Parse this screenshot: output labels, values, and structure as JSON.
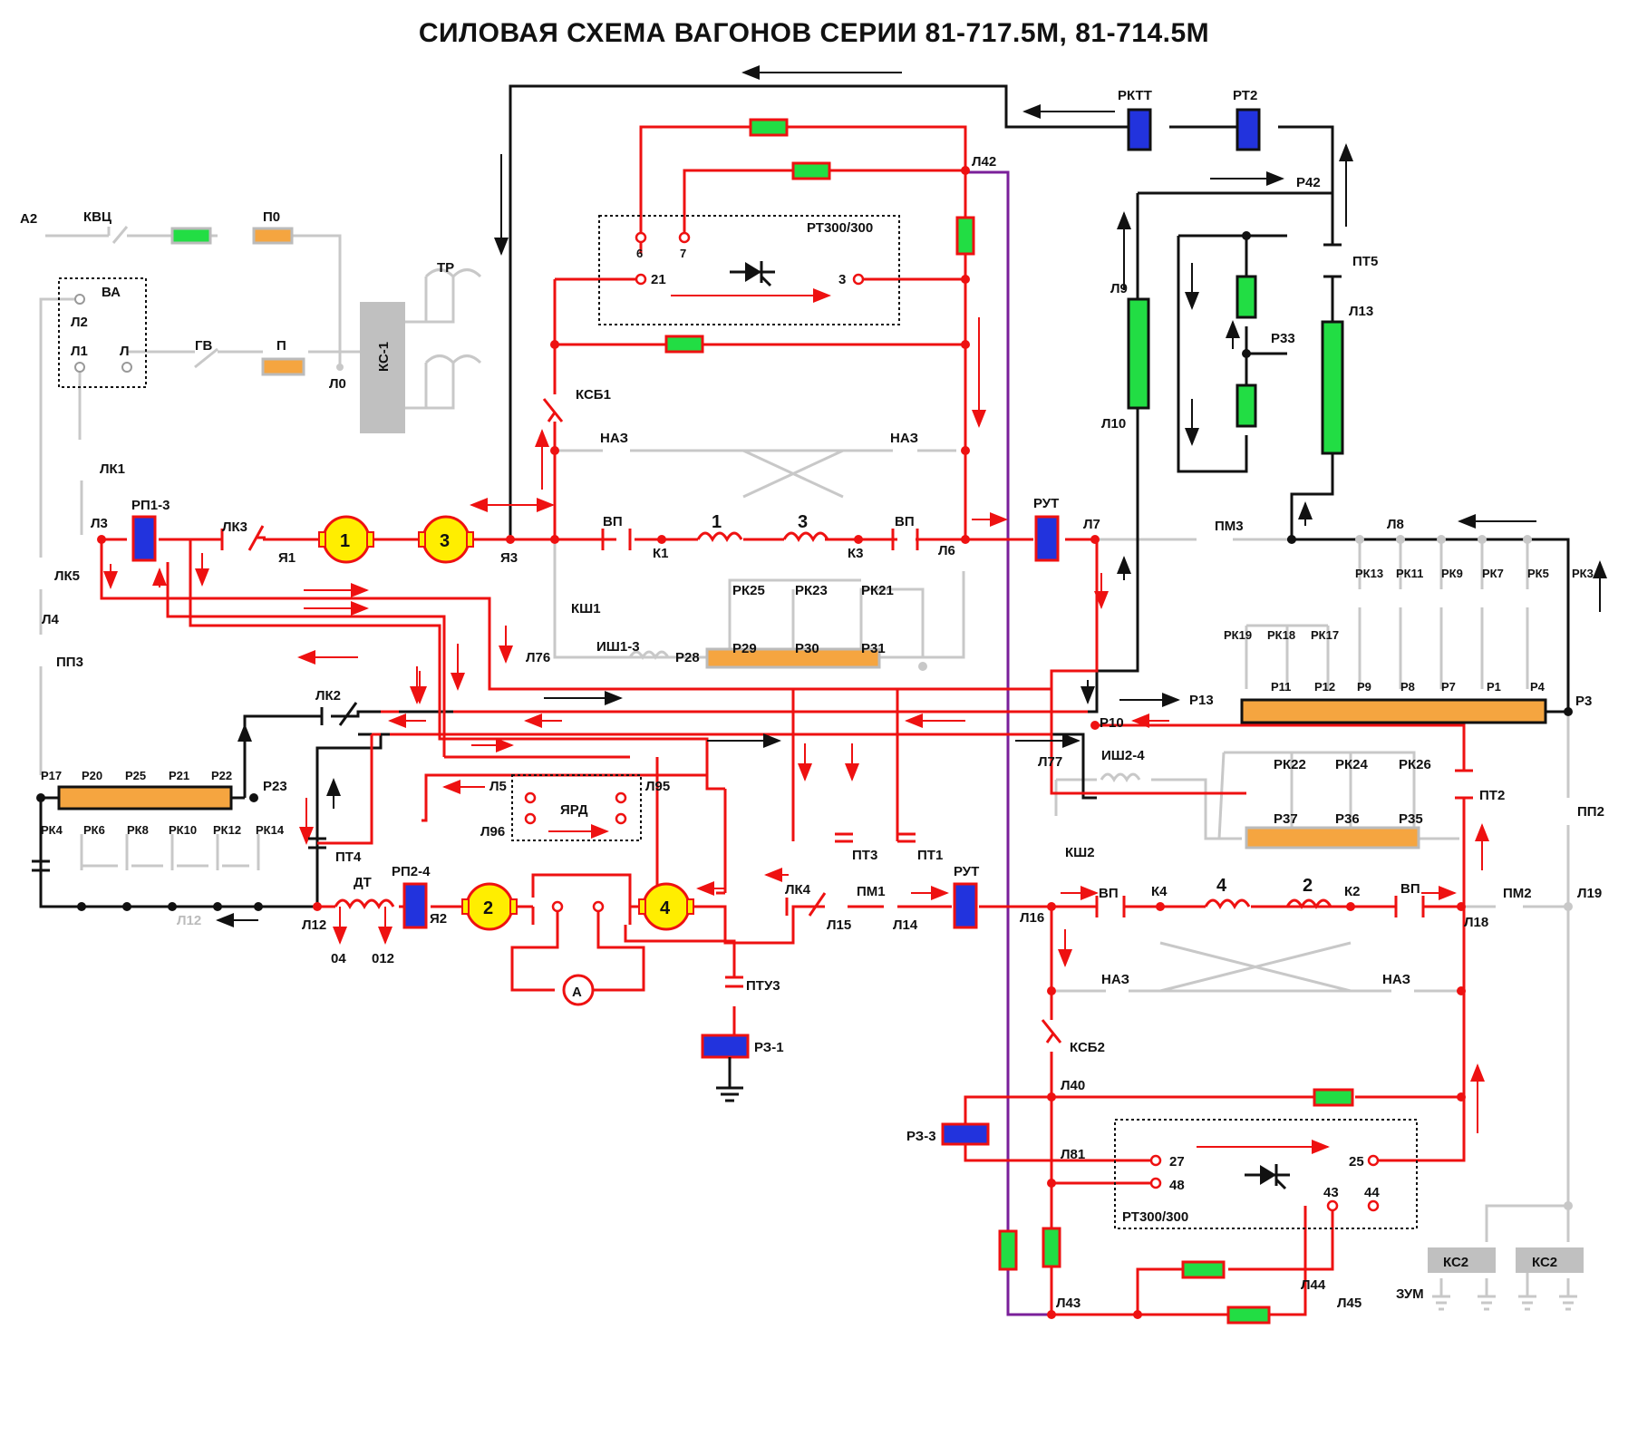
{
  "title": "СИЛОВАЯ СХЕМА ВАГОНОВ СЕРИИ 81-717.5М, 81-714.5М",
  "labels": {
    "a2": "А2",
    "kvc": "КВЦ",
    "p0": "П0",
    "va": "ВА",
    "l2": "Л2",
    "l1": "Л1",
    "l": "Л",
    "gv": "ГВ",
    "p": "П",
    "l0": "Л0",
    "ks1": "КС-1",
    "tr": "ТР",
    "lk1": "ЛК1",
    "l3": "Л3",
    "rp13": "РП1-3",
    "lk3": "ЛК3",
    "ya1": "Я1",
    "ya3": "Я3",
    "lk5": "ЛК5",
    "l4": "Л4",
    "pp3": "ПП3",
    "lk2": "ЛК2",
    "m1": "1",
    "m3": "3",
    "m2": "2",
    "m4": "4",
    "ksb1": "КСБ1",
    "naz": "НАЗ",
    "vp": "ВП",
    "k1": "К1",
    "k3": "К3",
    "l6": "Л6",
    "coil1": "1",
    "coil3": "3",
    "ksh1": "КШ1",
    "l76": "Л76",
    "ish13": "ИШ1-3",
    "p28": "Р28",
    "rk25": "РК25",
    "rk23": "РК23",
    "rk21": "РК21",
    "p29": "Р29",
    "p30": "Р30",
    "p31": "Р31",
    "rt300a": "РТ300/300",
    "t6": "6",
    "t7": "7",
    "t21": "21",
    "t3": "3",
    "l42": "Л42",
    "rut": "РУТ",
    "l7": "Л7",
    "pm3": "ПМ3",
    "l8": "Л8",
    "rk13": "РК13",
    "rk11": "РК11",
    "rk9": "РК9",
    "rk7": "РК7",
    "rk5": "РК5",
    "rk3": "РК3",
    "rk19": "РК19",
    "rk18": "РК18",
    "rk17": "РК17",
    "p11": "Р11",
    "p12": "Р12",
    "p9": "Р9",
    "p8": "Р8",
    "p7": "Р7",
    "p1": "Р1",
    "p4": "Р4",
    "p3": "Р3",
    "p13": "Р13",
    "p10": "Р10",
    "rktt": "РКТТ",
    "rt2": "РТ2",
    "p42": "Р42",
    "pt5": "ПТ5",
    "l13": "Л13",
    "l9": "Л9",
    "l10": "Л10",
    "p33": "Р33",
    "p17": "Р17",
    "p20": "Р20",
    "p25": "Р25",
    "p21": "Р21",
    "p22": "Р22",
    "p23": "Р23",
    "rk4": "РК4",
    "rk6": "РК6",
    "rk8": "РК8",
    "rk10": "РК10",
    "rk12": "РК12",
    "rk14": "РК14",
    "pt4": "ПТ4",
    "l12": "Л12",
    "dt": "ДТ",
    "o4": "04",
    "o12": "012",
    "rp24": "РП2-4",
    "ya2": "Я2",
    "l5": "Л5",
    "l95": "Л95",
    "yard": "ЯРД",
    "l96": "Л96",
    "amm": "А",
    "ptu3": "ПТУ3",
    "rz1": "РЗ-1",
    "lk4": "ЛК4",
    "l15": "Л15",
    "pt3": "ПТ3",
    "pt1": "ПТ1",
    "pm1": "ПМ1",
    "l14": "Л14",
    "l16": "Л16",
    "l77": "Л77",
    "ish24": "ИШ2-4",
    "ksh2": "КШ2",
    "rk22": "РК22",
    "rk24": "РК24",
    "rk26": "РК26",
    "p37": "Р37",
    "p36": "Р36",
    "p35": "Р35",
    "pt2": "ПТ2",
    "pp2": "ПП2",
    "k4": "К4",
    "k2": "К2",
    "l18": "Л18",
    "pm2": "ПМ2",
    "l19": "Л19",
    "ksb2": "КСБ2",
    "l40": "Л40",
    "rz3": "РЗ-3",
    "l81": "Л81",
    "t27": "27",
    "t48": "48",
    "t25": "25",
    "t43": "43",
    "t44": "44",
    "rt300b": "РТ300/300",
    "l43": "Л43",
    "l44": "Л44",
    "l45": "Л45",
    "ks2": "КС2",
    "zum": "ЗУМ"
  },
  "colors": {
    "power_circuit": "#ee1111",
    "control": "#111111",
    "inactive": "#c8c8c8",
    "resistor": "#22dd44",
    "rheostat": "#f5a540",
    "relay": "#2233dd",
    "motor": "#ffee00"
  }
}
